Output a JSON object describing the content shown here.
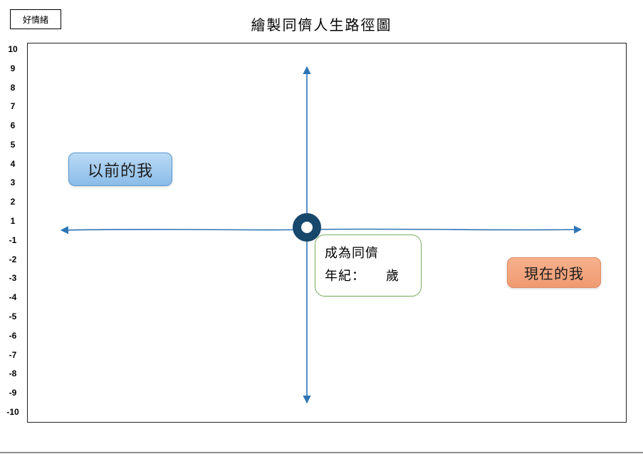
{
  "page": {
    "title": "繪製同儕人生路徑圖",
    "mood_label": "好情緒"
  },
  "axis": {
    "y_ticks": [
      "10",
      "9",
      "8",
      "7",
      "6",
      "5",
      "4",
      "3",
      "2",
      "1",
      "-1",
      "-2",
      "-3",
      "-4",
      "-5",
      "-6",
      "-7",
      "-8",
      "-9",
      "-10"
    ],
    "y_range": [
      -10,
      10
    ]
  },
  "labels": {
    "past_self": "以前的我",
    "present_self": "現在的我",
    "peer_line1": "成為同儕",
    "peer_line2": "年紀：　　歲"
  },
  "colors": {
    "axis": "#2E75B6",
    "origin_ring": "#17476B",
    "past_bg_top": "#BBDAF4",
    "past_bg_bottom": "#8ABCE8",
    "past_border": "#5B9BD5",
    "present_bg_top": "#F6B18D",
    "present_bg_bottom": "#EF9A71",
    "present_border": "#E08B63",
    "peer_border": "#7CAF5C"
  }
}
